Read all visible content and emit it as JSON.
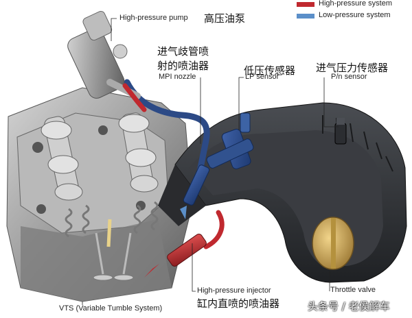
{
  "legend": {
    "items": [
      {
        "label": "High-pressure system",
        "color": "#c0292f"
      },
      {
        "label": "Low-pressure system",
        "color": "#5b8fc9"
      }
    ]
  },
  "labels": {
    "hp_pump_en": "High-pressure pump",
    "hp_pump_cn": "高压油泵",
    "mpi_cn_line1": "进气歧管喷",
    "mpi_cn_line2": "射的喷油器",
    "mpi_en": "MPI nozzle",
    "lp_cn": "低压传感器",
    "lp_en": "LP sensor",
    "pn_cn": "进气压力传感器",
    "pn_en": "P/n sensor",
    "hp_injector_en": "High-pressure injector",
    "hp_injector_cn": "缸内直喷的喷油器",
    "throttle_en": "Throttle valve",
    "vts_en": "VTS (Variable Tumble System)"
  },
  "watermark": "头条号 / 老侯解车",
  "colors": {
    "high_pressure": "#c0292f",
    "low_pressure": "#5b8fc9",
    "engine_metal": "#8e8e8e",
    "manifold_dark": "#2e3035",
    "throttle_gold": "#c9a455"
  }
}
